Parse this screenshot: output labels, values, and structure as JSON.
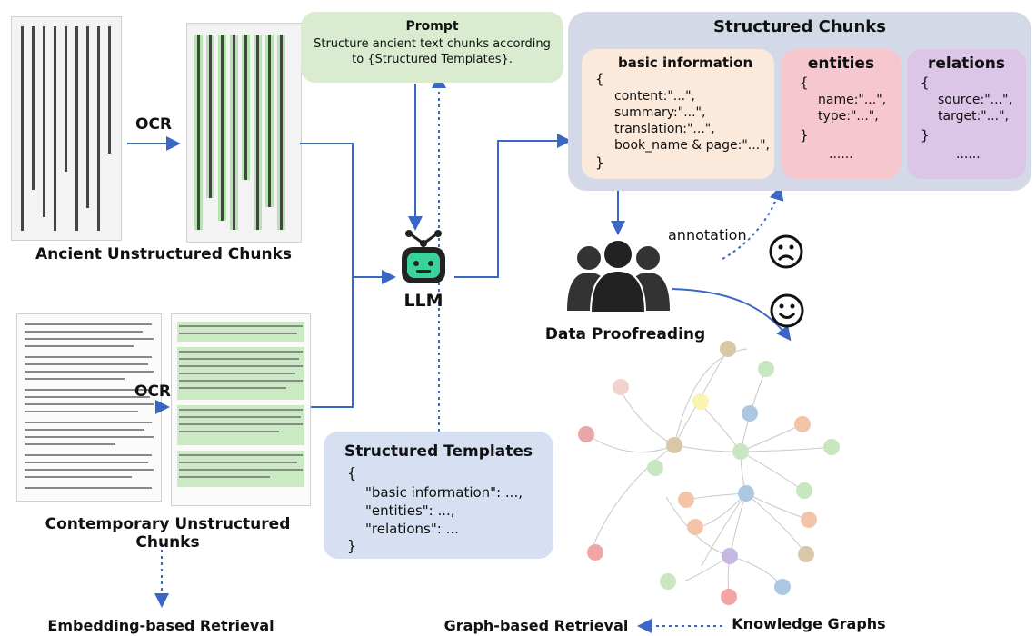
{
  "labels": {
    "ocr_top": "OCR",
    "ocr_bottom": "OCR",
    "ancient": "Ancient Unstructured Chunks",
    "contemporary": "Contemporary Unstructured Chunks",
    "llm": "LLM",
    "annotation": "annotation",
    "proofreading": "Data Proofreading",
    "embedding_retrieval": "Embedding-based Retrieval",
    "graph_retrieval": "Graph-based Retrieval",
    "knowledge_graphs": "Knowledge Graphs"
  },
  "prompt": {
    "title": "Prompt",
    "text": "Structure ancient text chunks according to {Structured Templates}."
  },
  "structured_chunks": {
    "title": "Structured Chunks",
    "basic": {
      "title": "basic information",
      "open": "{",
      "lines": [
        "content:\"...\",",
        "summary:\"...\",",
        "translation:\"...\",",
        "book_name & page:\"...\","
      ],
      "close": "}"
    },
    "entities": {
      "title": "entities",
      "open": "{",
      "lines": [
        "name:\"...\",",
        "type:\"...\","
      ],
      "close": "}",
      "more": "......"
    },
    "relations": {
      "title": "relations",
      "open": "{",
      "lines": [
        "source:\"...\",",
        "target:\"...\","
      ],
      "close": "}",
      "more": "......"
    }
  },
  "templates": {
    "title": "Structured Templates",
    "open": "{",
    "lines": [
      "\"basic information\": ...,",
      "\"entities\": ...,",
      "\"relations\": ..."
    ],
    "close": "}"
  },
  "colors": {
    "prompt_bg": "#d9ecd0",
    "chunks_bg": "#d3d9e6",
    "basic_bg": "#fbe9dc",
    "entities_bg": "#f7c7cf",
    "relations_bg": "#dcc6e8",
    "templates_bg": "#d6e0f2",
    "arrow": "#3a66c4",
    "robot": "#3bd19a"
  },
  "icons": [
    "robot-icon",
    "people-icon",
    "sad-face-icon",
    "happy-face-icon"
  ]
}
